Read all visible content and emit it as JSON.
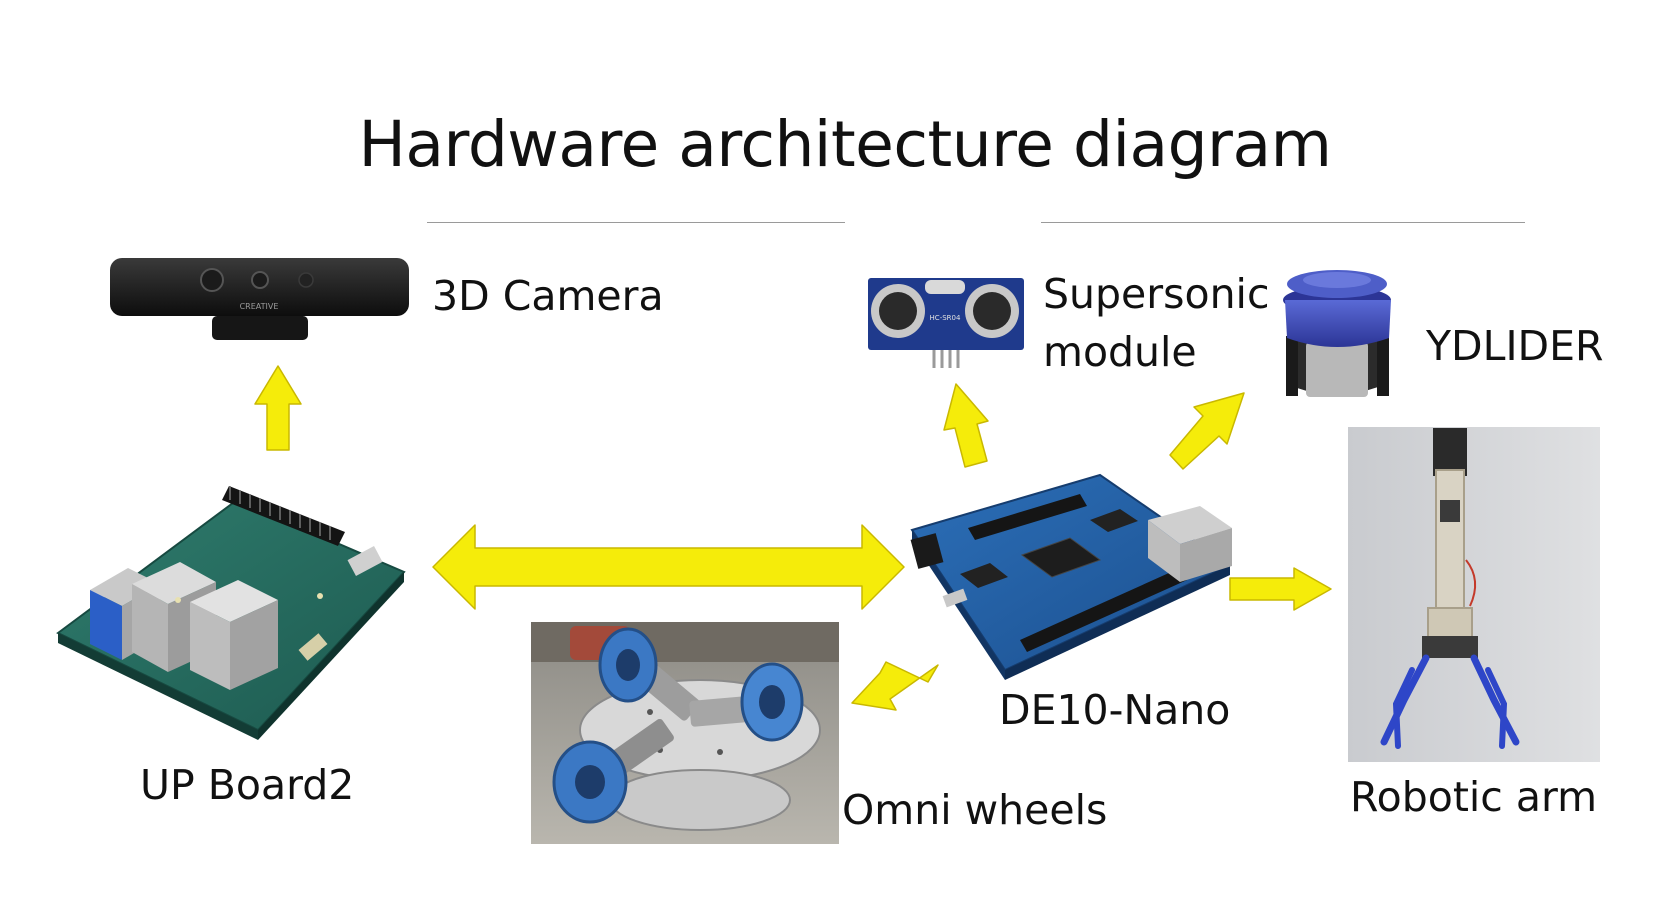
{
  "title": "Hardware architecture diagram",
  "labels": {
    "camera": "3D Camera",
    "sonic_line1": "Supersonic",
    "sonic_line2": "module",
    "lidar": "YDLIDER",
    "board": "UP Board2",
    "nano": "DE10-Nano",
    "wheels": "Omni wheels",
    "arm": "Robotic arm"
  },
  "device_marks": {
    "camera_brand": "CREATIVE",
    "sonic_chip": "HC-SR04"
  },
  "colors": {
    "arrow_fill": "#f5ec0a",
    "arrow_stroke": "#c9b800",
    "rule": "#9a9a9a"
  }
}
